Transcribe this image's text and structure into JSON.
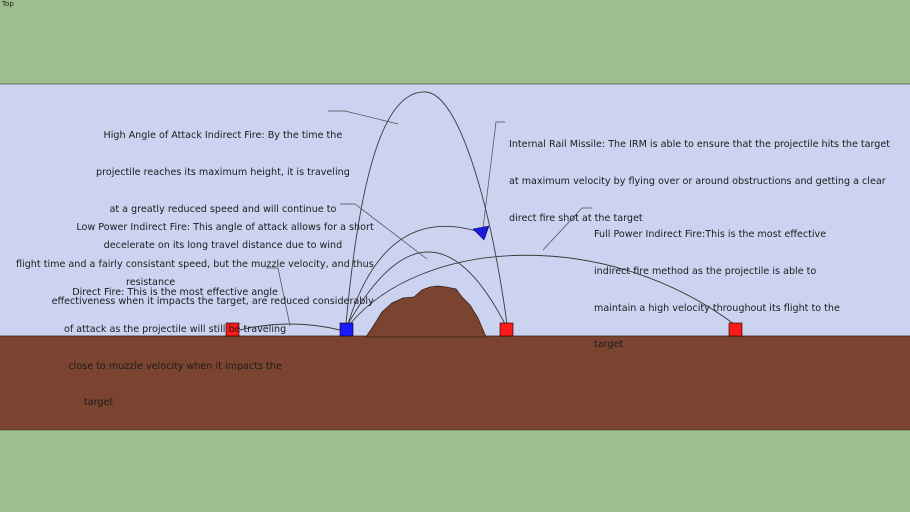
{
  "view": {
    "label": "Top"
  },
  "colors": {
    "outer_background": "#9cbf8e",
    "sky": "#ccd3f0",
    "ground": "#7b4430",
    "launcher": "#1a1aff",
    "target": "#ff1a1a",
    "missile": "#1a1ad8",
    "trajectory": "#3a3a3a"
  },
  "icons": {
    "launcher": "blue-square-launcher-icon",
    "target": "red-square-target-icon",
    "missile": "blue-triangle-missile-icon",
    "obstacle": "hill-obstacle"
  },
  "annotations": {
    "high_angle": {
      "lines": [
        "High Angle of Attack Indirect Fire: By the time the",
        "projectile reaches its maximum height, it is traveling",
        "at a greatly reduced speed and will continue to",
        "decelerate on its long travel distance due to wind",
        "resistance"
      ]
    },
    "irm": {
      "lines": [
        "Internal Rail Missile: The IRM is able to ensure that the projectile hits the target",
        "at maximum velocity by flying over or around obstructions and getting a clear",
        "direct fire shot at the target"
      ]
    },
    "low_power": {
      "lines": [
        "Low Power Indirect Fire: This angle of attack allows for a short",
        "flight time and a fairly consistant speed, but the muzzle velocity, and thus",
        "effectiveness when it impacts the target, are reduced considerably"
      ]
    },
    "full_power": {
      "lines": [
        "Full Power Indirect Fire:This is the most effective",
        "indirect fire method as the projectile is able to",
        "maintain a high velocity throughout its flight to the",
        "target"
      ]
    },
    "direct": {
      "lines": [
        "Direct Fire: This is the most effective angle",
        "of attack as the projectile will still be traveling",
        "close to muzzle velocity when it impacts the",
        "target"
      ]
    }
  }
}
